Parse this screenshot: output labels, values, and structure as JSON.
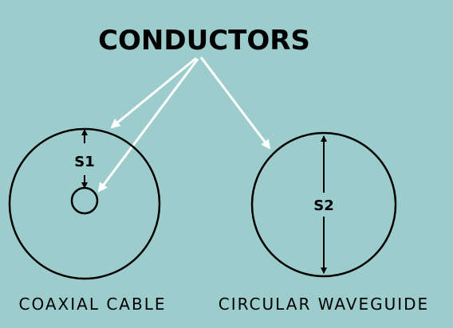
{
  "diagram": {
    "title": "CONDUCTORS",
    "coax": {
      "caption": "COAXIAL CABLE",
      "spacing_label": "S1"
    },
    "waveguide": {
      "caption": "CIRCULAR WAVEGUIDE",
      "spacing_label": "S2"
    },
    "colors": {
      "background": "#9ccccc",
      "line": "#000000",
      "arrow": "#ffffff"
    }
  }
}
